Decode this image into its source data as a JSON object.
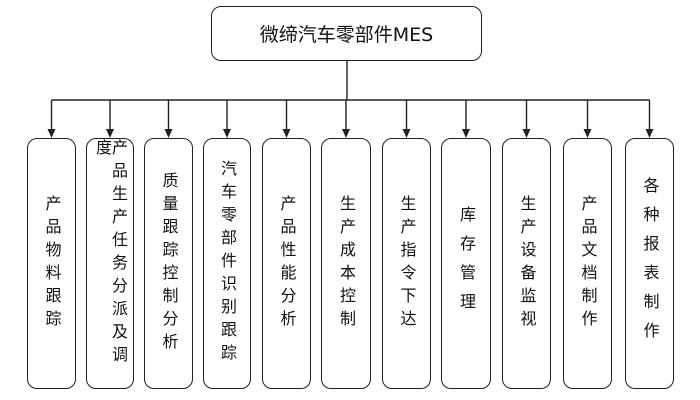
{
  "root": {
    "label": "微缔汽车零部件MES"
  },
  "children": [
    {
      "label": "产品物料跟踪"
    },
    {
      "label": "产品生产任务分派及调度"
    },
    {
      "label": "质量跟踪控制分析"
    },
    {
      "label": "汽车零部件识别跟踪"
    },
    {
      "label": "产品性能分析"
    },
    {
      "label": "生产成本控制"
    },
    {
      "label": "生产指令下达"
    },
    {
      "label": "库存管理"
    },
    {
      "label": "生产设备监视"
    },
    {
      "label": "产品文档制作"
    },
    {
      "label": "各种报表制作"
    }
  ],
  "colors": {
    "line": "#222222",
    "box_border": "#222222",
    "text": "#111111"
  }
}
